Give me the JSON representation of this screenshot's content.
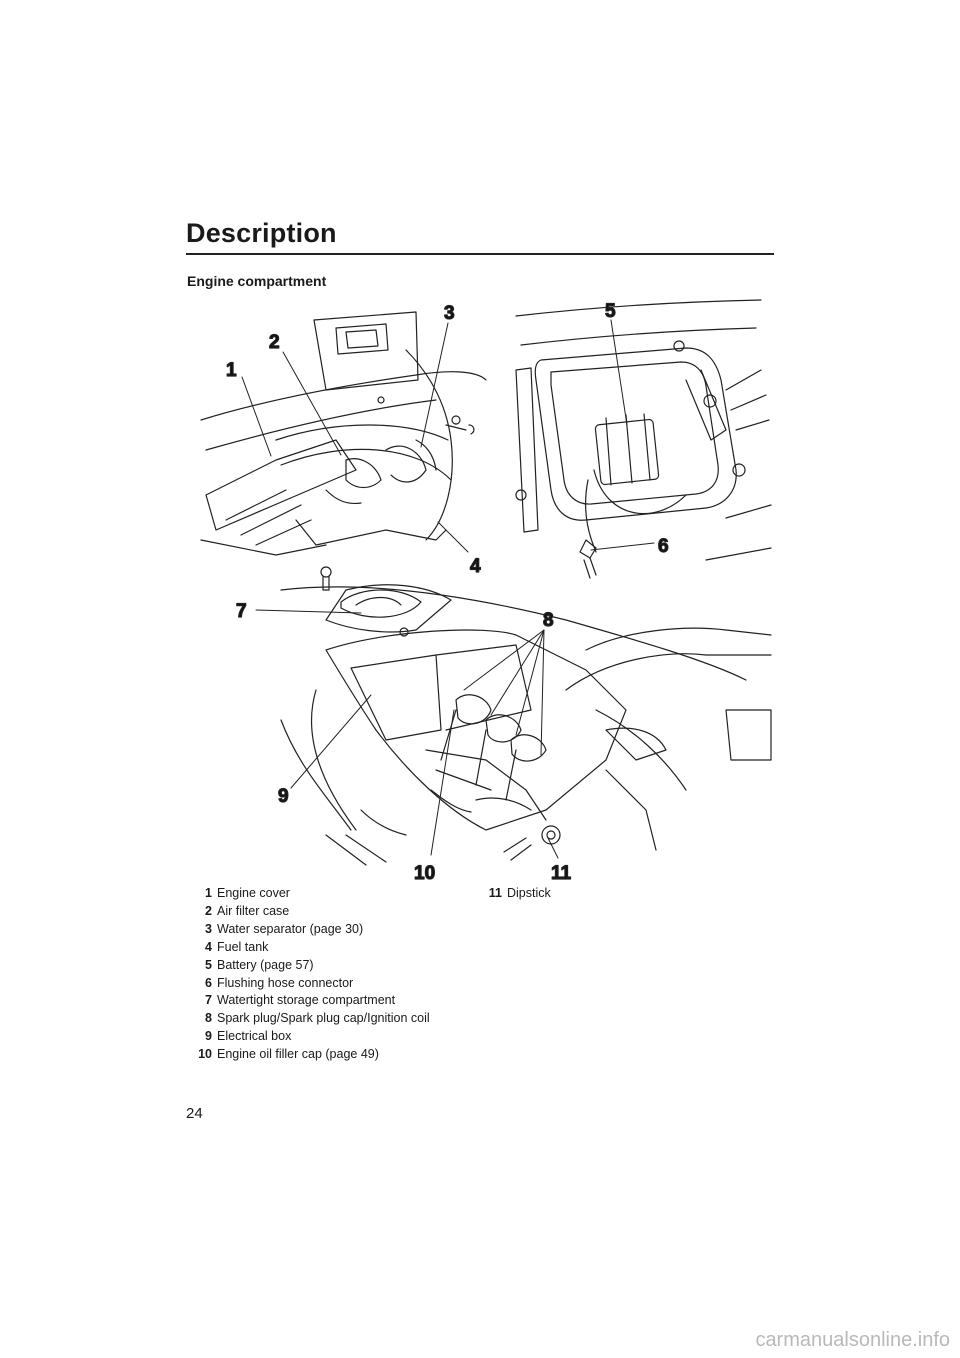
{
  "header": {
    "section_title": "Description"
  },
  "subsection": {
    "title": "Engine compartment"
  },
  "figure": {
    "callouts": [
      "1",
      "2",
      "3",
      "4",
      "5",
      "6",
      "7",
      "8",
      "9",
      "10",
      "11"
    ]
  },
  "legend": {
    "column1": [
      {
        "num": "1",
        "label": "Engine cover"
      },
      {
        "num": "2",
        "label": "Air filter case"
      },
      {
        "num": "3",
        "label": "Water separator (page 30)"
      },
      {
        "num": "4",
        "label": "Fuel tank"
      },
      {
        "num": "5",
        "label": "Battery (page 57)"
      },
      {
        "num": "6",
        "label": "Flushing hose connector"
      },
      {
        "num": "7",
        "label": "Watertight storage compartment"
      },
      {
        "num": "8",
        "label": "Spark plug/Spark plug cap/Ignition coil"
      },
      {
        "num": "9",
        "label": "Electrical box"
      },
      {
        "num": "10",
        "label": "Engine oil filler cap (page 49)"
      }
    ],
    "column2": [
      {
        "num": "11",
        "label": "Dipstick"
      }
    ]
  },
  "footer": {
    "page_number": "24",
    "watermark": "carmanualsonline.info"
  }
}
